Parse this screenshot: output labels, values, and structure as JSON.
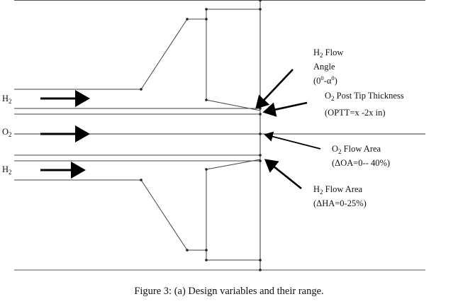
{
  "stream_labels": {
    "h2_top": {
      "main": "H",
      "sub": "2"
    },
    "o2": {
      "main": "O",
      "sub": "2"
    },
    "h2_bottom": {
      "main": "H",
      "sub": "2"
    }
  },
  "annotations": {
    "h2_flow_angle": {
      "line1_main": "H",
      "line1_sub": "2",
      "line1_rest": " Flow",
      "line2": "Angle",
      "line3_open": "(0",
      "line3_sup1": "0",
      "line3_mid": "-α",
      "line3_sup2": "0",
      "line3_close": ")"
    },
    "o2_post_tip": {
      "line1_main": "O",
      "line1_sub": "2",
      "line1_rest": " Post Tip Thickness",
      "line2": "(OPTT=x -2x in)"
    },
    "o2_flow_area": {
      "line1_main": "O",
      "line1_sub": "2",
      "line1_rest": " Flow Area",
      "line2": "(ΔOA=0-- 40%)"
    },
    "h2_flow_area": {
      "line1_main": "H",
      "line1_sub": "2",
      "line1_rest": " Flow Area",
      "line2": "(ΔHA=0-25%)"
    }
  },
  "caption": "Figure 3: (a) Design variables and their range."
}
